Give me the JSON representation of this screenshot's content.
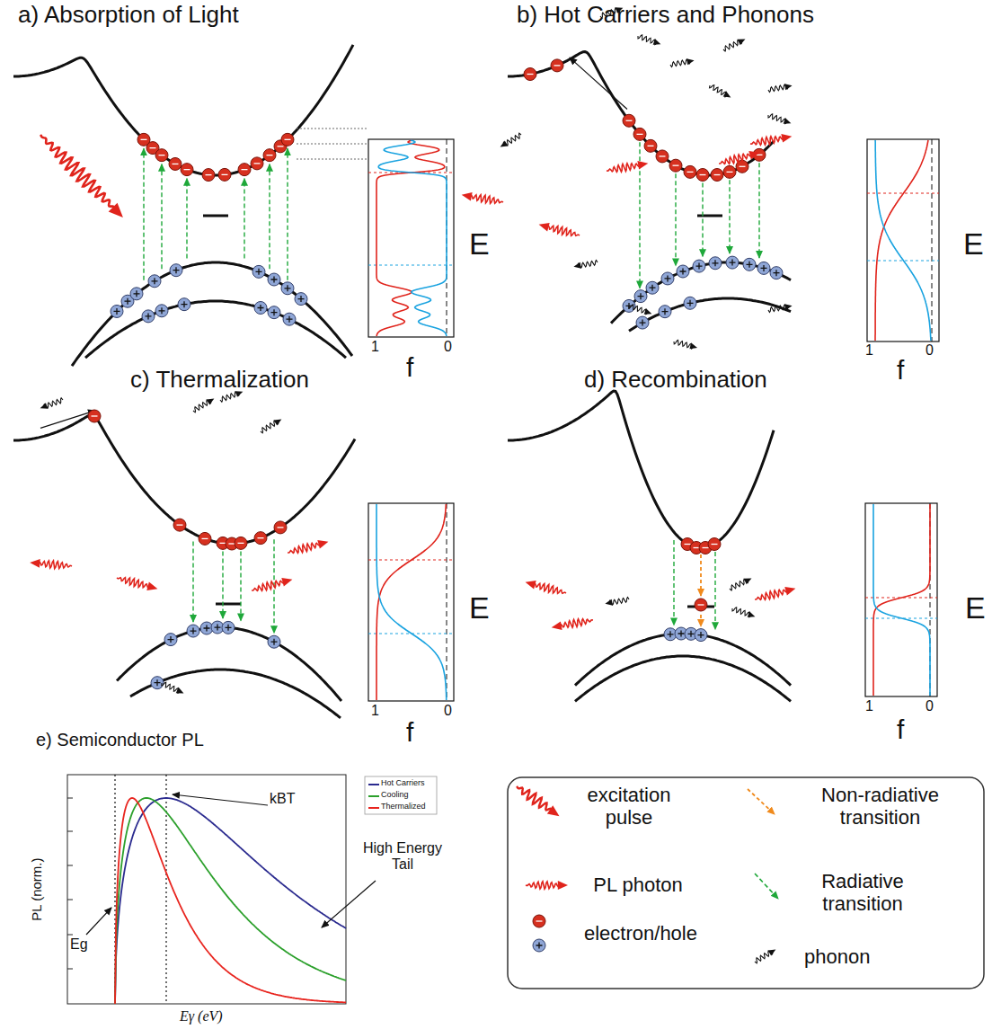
{
  "diagram": {
    "labels": [
      "a) Absorption of Light",
      "b) Hot Carriers and Phonons",
      "c) Thermalization",
      "d) Recombination",
      "e) Semiconductor PL",
      "E",
      "E",
      "E",
      "E",
      "f",
      "f",
      "f",
      "f",
      "1",
      "0",
      "1",
      "0",
      "1",
      "0",
      "1",
      "0",
      "PL (norm.)",
      "Eγ (eV)",
      "kBT",
      "High Energy Tail",
      "Eg"
    ],
    "legend": [
      {
        "text": "Hot Carriers",
        "color": "#2b2b8f"
      },
      {
        "text": "Cooling",
        "color": "#2ca02c"
      },
      {
        "text": "Thermalized",
        "color": "#e8251f"
      },
      {
        "text": "excitation pulse"
      },
      {
        "text": "PL photon"
      },
      {
        "text": "electron/hole"
      },
      {
        "text": "Non-radiative transition"
      },
      {
        "text": "Radiative transition"
      },
      {
        "text": "phonon"
      }
    ]
  }
}
